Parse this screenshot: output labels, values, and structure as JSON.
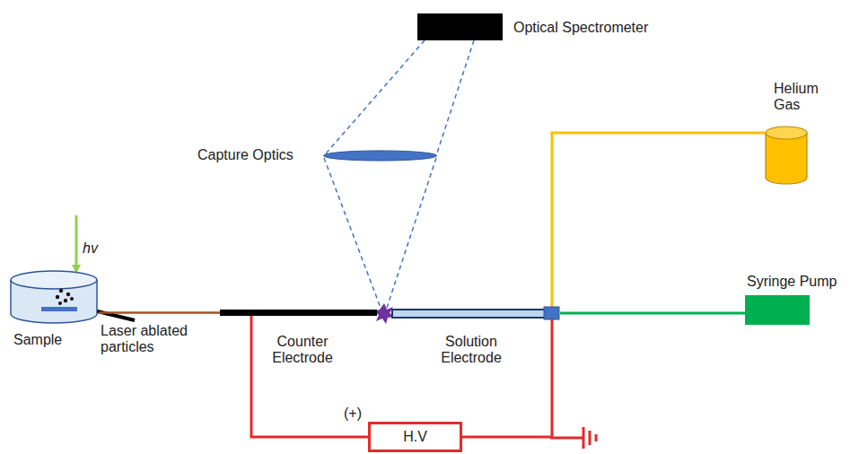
{
  "diagram": {
    "nodes": [
      {
        "text": [
          "Optical Spectrometer"
        ]
      },
      {
        "text": [
          "Capture Optics"
        ]
      },
      {
        "text": [
          "Helium Gas"
        ]
      },
      {
        "text": [
          "Syringe Pump"
        ]
      },
      {
        "text": [
          "Sample"
        ]
      },
      {
        "text": [
          "Counter Electrode"
        ]
      },
      {
        "text": [
          "Solution Electrode"
        ]
      },
      {
        "text": [
          "H.V"
        ]
      }
    ],
    "edges": [
      {
        "from": 0,
        "to": 1,
        "arrow": "none"
      },
      {
        "from": 4,
        "to": 5,
        "arrow": "none"
      },
      {
        "from": 2,
        "to": 6,
        "arrow": "none"
      },
      {
        "from": 3,
        "to": 6,
        "arrow": "none"
      },
      {
        "from": 7,
        "to": 5,
        "arrow": "none"
      },
      {
        "from": 7,
        "to": 6,
        "arrow": "none"
      }
    ],
    "labels": [
      "hv",
      "Laser ablated particles",
      "(+)"
    ]
  }
}
